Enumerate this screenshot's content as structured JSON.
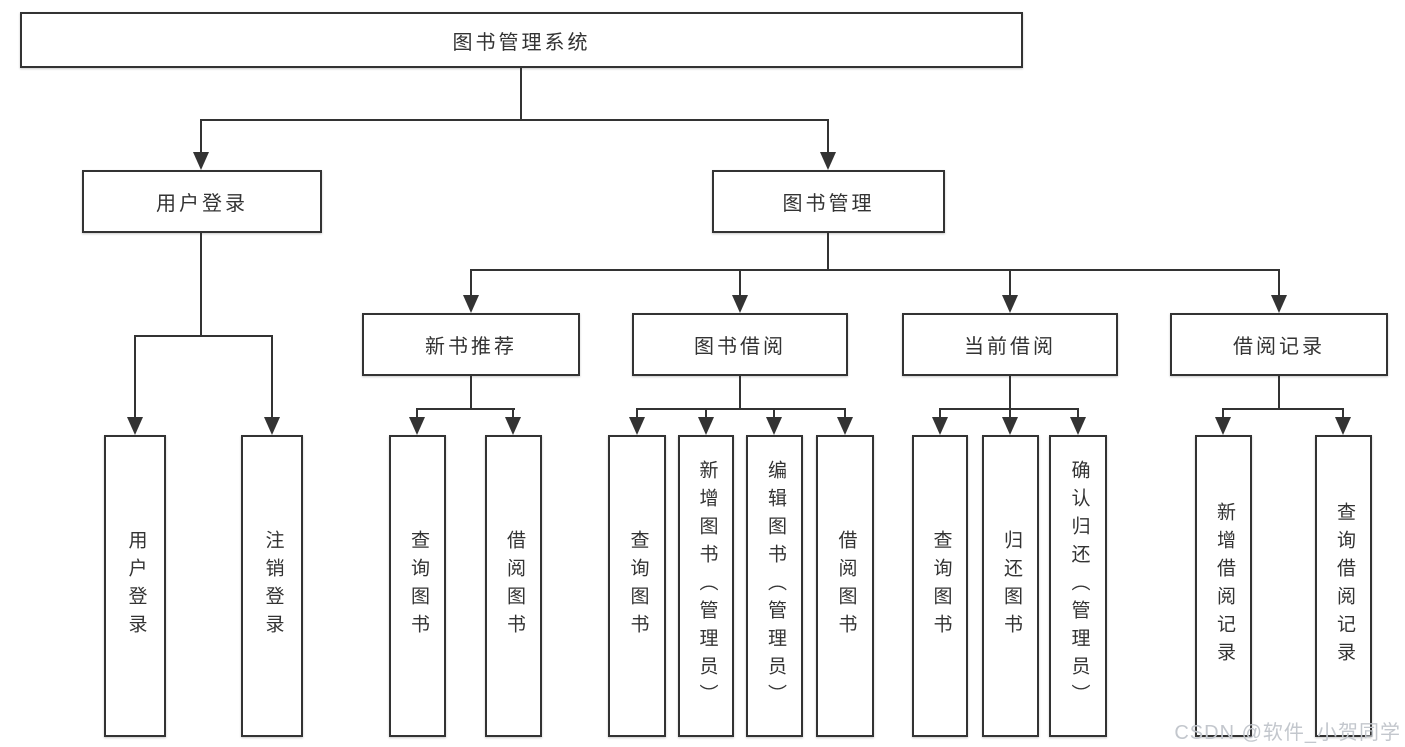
{
  "tree": {
    "label": "图书管理系统",
    "children": [
      {
        "label": "用户登录",
        "children": [
          {
            "label": "用户登录"
          },
          {
            "label": "注销登录"
          }
        ]
      },
      {
        "label": "图书管理",
        "children": [
          {
            "label": "新书推荐",
            "children": [
              {
                "label": "查询图书"
              },
              {
                "label": "借阅图书"
              }
            ]
          },
          {
            "label": "图书借阅",
            "children": [
              {
                "label": "查询图书"
              },
              {
                "label": "新增图书（管理员）"
              },
              {
                "label": "编辑图书（管理员）"
              },
              {
                "label": "借阅图书"
              }
            ]
          },
          {
            "label": "当前借阅",
            "children": [
              {
                "label": "查询图书"
              },
              {
                "label": "归还图书"
              },
              {
                "label": "确认归还（管理员）"
              }
            ]
          },
          {
            "label": "借阅记录",
            "children": [
              {
                "label": "新增借阅记录"
              },
              {
                "label": "查询借阅记录"
              }
            ]
          }
        ]
      }
    ]
  },
  "watermark": {
    "text": "CSDN @软件_小贺同学"
  },
  "colors": {
    "line": "#333333",
    "text": "#333333",
    "box_background": "#ffffff",
    "background": "#ffffff",
    "watermark": "#c3c7cd"
  }
}
